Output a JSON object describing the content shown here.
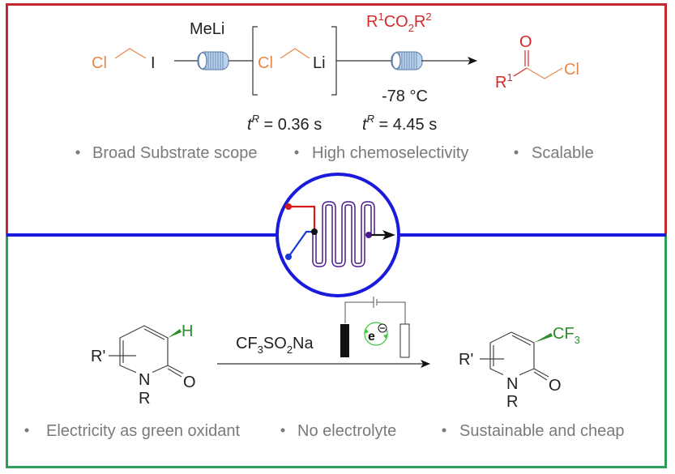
{
  "colors": {
    "top_frame": "#c8282d",
    "bottom_frame": "#2e9e5b",
    "divider": "#1a1adc",
    "chlorine": "#e8874a",
    "red_reagent": "#d42a2a",
    "green": "#2e8b2e",
    "coil": "#a8c4e8",
    "reactor_purple": "#4a1a8c",
    "bullet_text": "#7a7a7a"
  },
  "top_scheme": {
    "start_material": {
      "cl": "Cl",
      "i": "I"
    },
    "reagent1": "MeLi",
    "intermediate": {
      "cl": "Cl",
      "li": "Li"
    },
    "reagent2": {
      "r": "R",
      "sup1": "1",
      "co": "CO",
      "sub2": "2",
      "r2": "R",
      "sup2": "2"
    },
    "temperature": "-78 °C",
    "residence_time_1": {
      "t": "t",
      "sup": "R",
      "value": " = 0.36 s"
    },
    "residence_time_2": {
      "t": "t",
      "sup": "R",
      "value": " = 4.45 s"
    },
    "product": {
      "o": "O",
      "r": "R",
      "sup": "1",
      "cl": "Cl"
    },
    "features": [
      "Broad Substrate scope",
      "High chemoselectivity",
      "Scalable"
    ]
  },
  "center_icon": "flow-microreactor-icon",
  "bottom_scheme": {
    "substrate": {
      "h": "H",
      "r_prime": "R'",
      "n": "N",
      "r": "R",
      "o": "O"
    },
    "reagent": {
      "cf": "CF",
      "sub3": "3",
      "so": "SO",
      "sub2": "2",
      "na": "Na"
    },
    "electron": "e",
    "product": {
      "cf": "CF",
      "sub3": "3",
      "r_prime": "R'",
      "n": "N",
      "r": "R",
      "o": "O"
    },
    "features": [
      "Electricity as green oxidant",
      "No electrolyte",
      "Sustainable and cheap"
    ]
  }
}
